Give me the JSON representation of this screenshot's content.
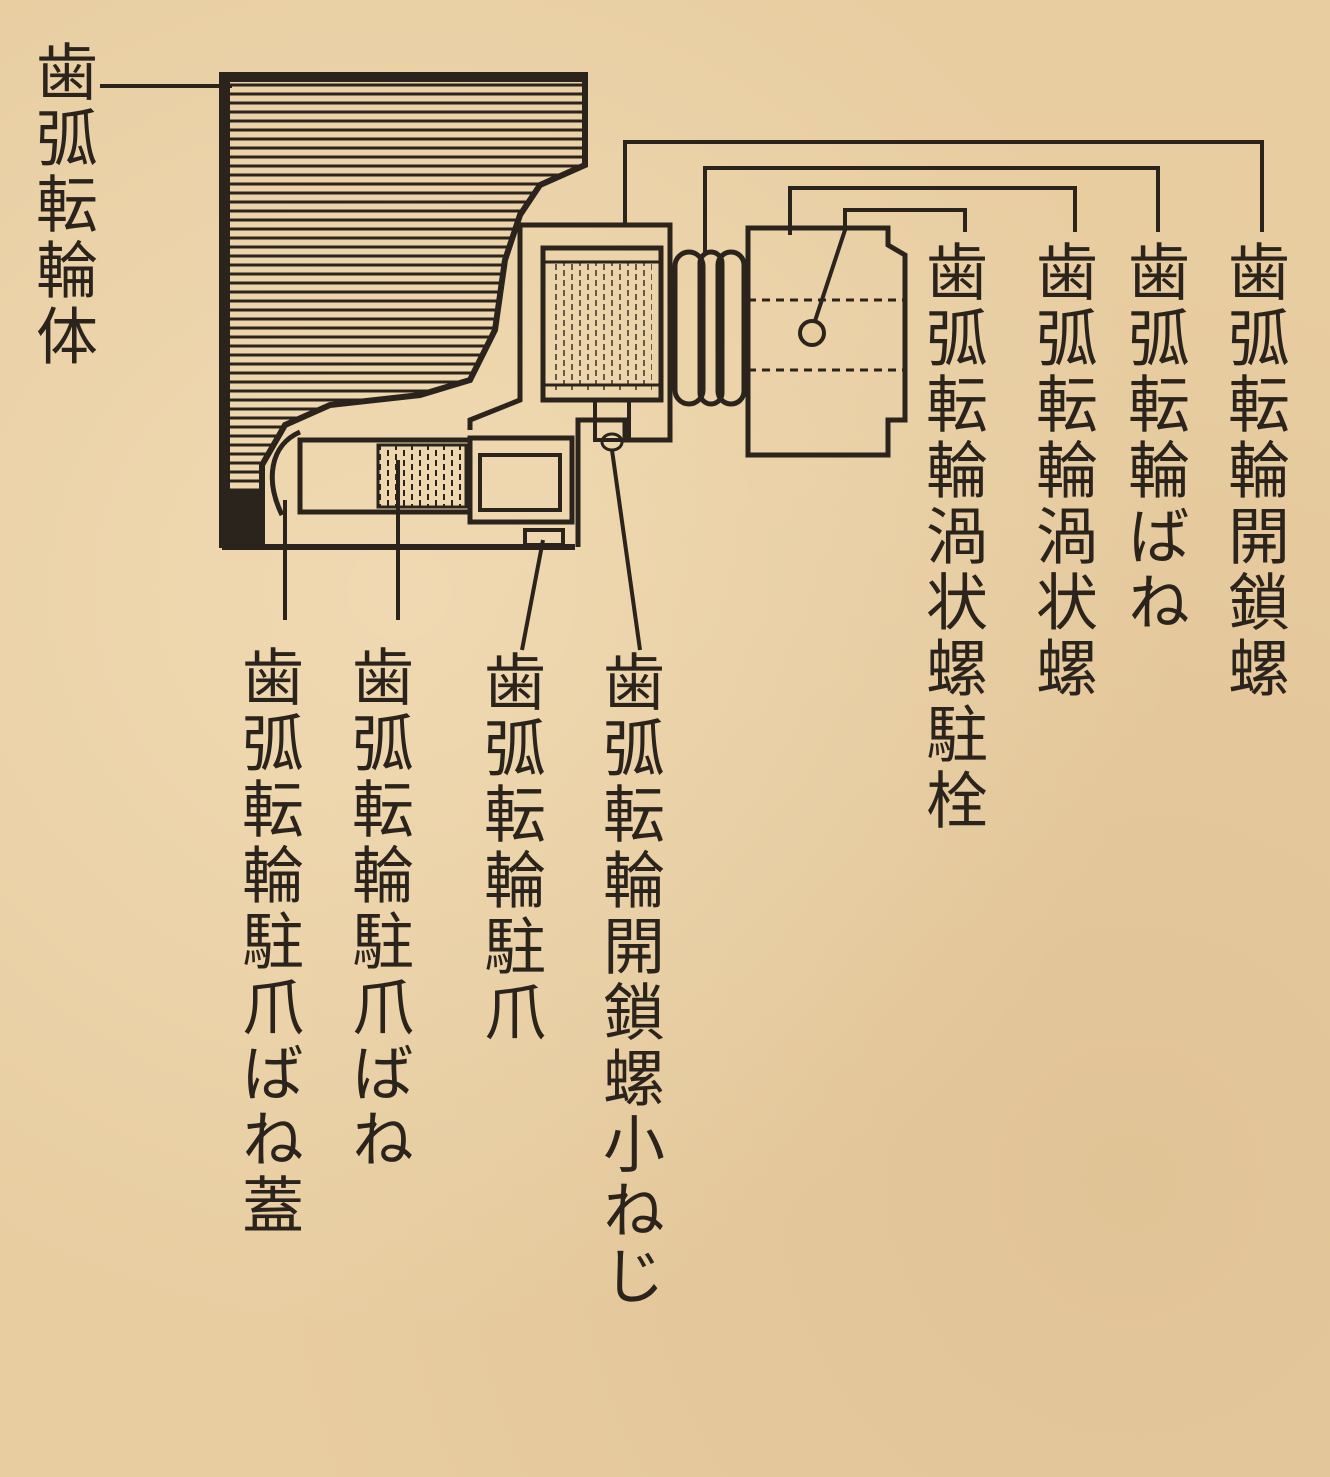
{
  "labels": {
    "body": "歯弧転輪体",
    "pawl_spring_cover": "歯弧転輪駐爪ばね蓋",
    "pawl_spring": "歯弧転輪駐爪ばね",
    "pawl": "歯弧転輪駐爪",
    "lock_screw_small_screw": "歯弧転輪開鎖螺小ねじ",
    "spiral_screw_stopper": "歯弧転輪渦状螺駐栓",
    "spiral_screw": "歯弧転輪渦状螺",
    "spring": "歯弧転輪ばね",
    "lock_screw": "歯弧転輪開鎖螺"
  },
  "colors": {
    "ink": "#2b241c",
    "paper": "#e8cda1"
  }
}
